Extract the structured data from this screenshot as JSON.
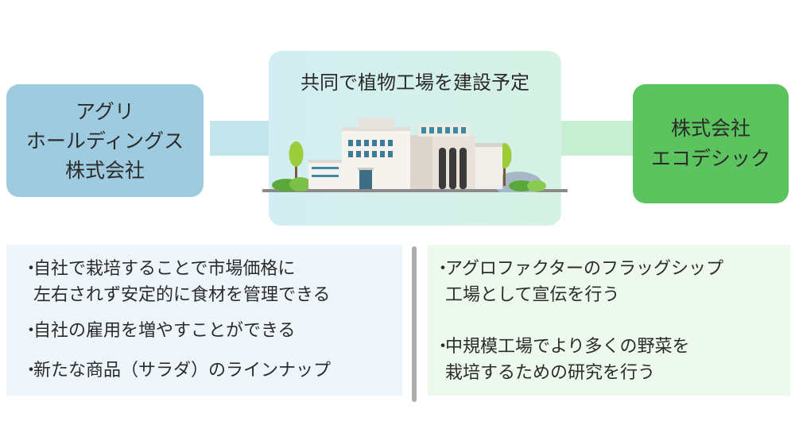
{
  "left_party": {
    "lines": [
      "アグリ",
      "ホールディングス",
      "株式会社"
    ]
  },
  "right_party": {
    "lines": [
      "株式会社",
      "エコデシック"
    ]
  },
  "center": {
    "title": "共同で植物工場を建設予定"
  },
  "left_benefits": [
    {
      "lines": [
        "自社で栽培することで市場価格に",
        "左右されず安定的に食材を管理できる"
      ]
    },
    {
      "lines": [
        "自社の雇用を増やすことができる"
      ]
    },
    {
      "lines": [
        "新たな商品（サラダ）のラインナップ"
      ]
    }
  ],
  "right_benefits": [
    {
      "lines": [
        "アグロファクターのフラッグシップ",
        "工場として宣伝を行う"
      ]
    },
    {
      "lines": [
        "中規模工場でより多くの野菜を",
        "栽培するための研究を行う"
      ]
    }
  ],
  "colors": {
    "left_party_bg": "#9fcbe0",
    "right_party_bg": "#5cc45e",
    "left_panel_bg": "#eef6fb",
    "right_panel_bg": "#eef9ee"
  },
  "icons": {
    "center_illustration": "factory-building-icon"
  }
}
